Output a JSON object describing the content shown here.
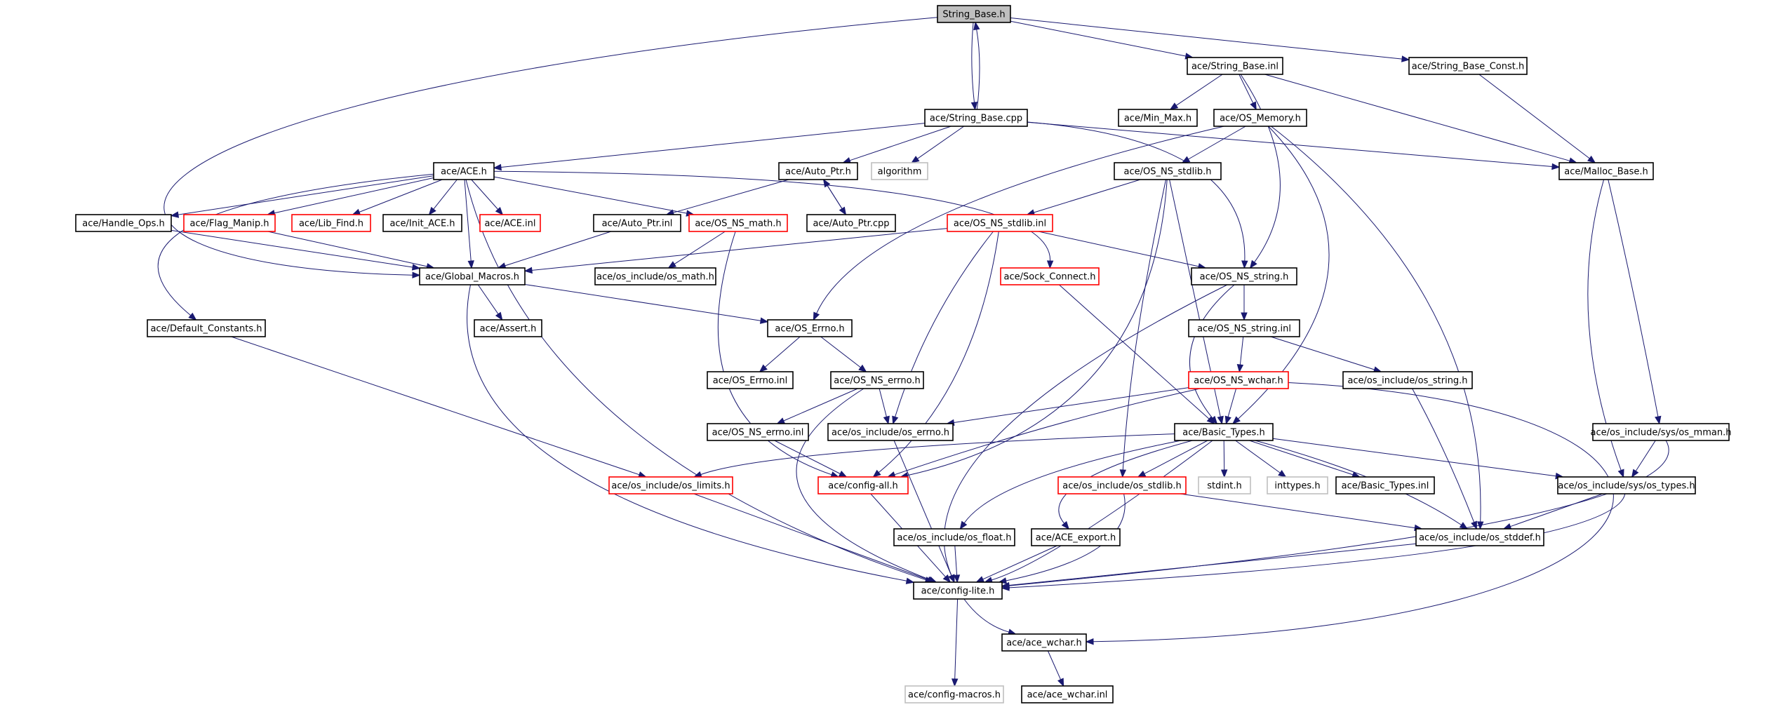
{
  "diagram": {
    "colors": {
      "edge": "#191970",
      "black_border": "#000000",
      "red_border": "#ff0000",
      "gray_border": "#bfbfbf",
      "root_fill": "#bfbfbf"
    },
    "nodes": [
      {
        "id": "string_base_h",
        "label": "String_Base.h",
        "style": "root"
      },
      {
        "id": "string_base_cpp",
        "label": "ace/String_Base.cpp",
        "style": "black"
      },
      {
        "id": "string_base_inl",
        "label": "ace/String_Base.inl",
        "style": "black"
      },
      {
        "id": "string_base_const_h",
        "label": "ace/String_Base_Const.h",
        "style": "black"
      },
      {
        "id": "min_max_h",
        "label": "ace/Min_Max.h",
        "style": "black"
      },
      {
        "id": "os_memory_h",
        "label": "ace/OS_Memory.h",
        "style": "black"
      },
      {
        "id": "ace_h",
        "label": "ace/ACE.h",
        "style": "black"
      },
      {
        "id": "auto_ptr_h",
        "label": "ace/Auto_Ptr.h",
        "style": "black"
      },
      {
        "id": "algorithm",
        "label": "algorithm",
        "style": "gray"
      },
      {
        "id": "os_ns_stdlib_h",
        "label": "ace/OS_NS_stdlib.h",
        "style": "black"
      },
      {
        "id": "malloc_base_h",
        "label": "ace/Malloc_Base.h",
        "style": "black"
      },
      {
        "id": "handle_ops_h",
        "label": "ace/Handle_Ops.h",
        "style": "black"
      },
      {
        "id": "flag_manip_h",
        "label": "ace/Flag_Manip.h",
        "style": "red"
      },
      {
        "id": "lib_find_h",
        "label": "ace/Lib_Find.h",
        "style": "red"
      },
      {
        "id": "init_ace_h",
        "label": "ace/Init_ACE.h",
        "style": "black"
      },
      {
        "id": "ace_inl",
        "label": "ace/ACE.inl",
        "style": "red"
      },
      {
        "id": "auto_ptr_inl",
        "label": "ace/Auto_Ptr.inl",
        "style": "black"
      },
      {
        "id": "os_ns_math_h",
        "label": "ace/OS_NS_math.h",
        "style": "red"
      },
      {
        "id": "auto_ptr_cpp",
        "label": "ace/Auto_Ptr.cpp",
        "style": "black"
      },
      {
        "id": "os_ns_stdlib_inl",
        "label": "ace/OS_NS_stdlib.inl",
        "style": "red"
      },
      {
        "id": "global_macros_h",
        "label": "ace/Global_Macros.h",
        "style": "black"
      },
      {
        "id": "os_math_h",
        "label": "ace/os_include/os_math.h",
        "style": "black"
      },
      {
        "id": "sock_connect_h",
        "label": "ace/Sock_Connect.h",
        "style": "red"
      },
      {
        "id": "os_ns_string_h",
        "label": "ace/OS_NS_string.h",
        "style": "black"
      },
      {
        "id": "default_constants_h",
        "label": "ace/Default_Constants.h",
        "style": "black"
      },
      {
        "id": "assert_h",
        "label": "ace/Assert.h",
        "style": "black"
      },
      {
        "id": "os_errno_h",
        "label": "ace/OS_Errno.h",
        "style": "black"
      },
      {
        "id": "os_ns_string_inl",
        "label": "ace/OS_NS_string.inl",
        "style": "black"
      },
      {
        "id": "os_errno_inl",
        "label": "ace/OS_Errno.inl",
        "style": "black"
      },
      {
        "id": "os_ns_errno_h",
        "label": "ace/OS_NS_errno.h",
        "style": "black"
      },
      {
        "id": "os_ns_wchar_h",
        "label": "ace/OS_NS_wchar.h",
        "style": "red"
      },
      {
        "id": "os_string_h",
        "label": "ace/os_include/os_string.h",
        "style": "black"
      },
      {
        "id": "os_ns_errno_inl",
        "label": "ace/OS_NS_errno.inl",
        "style": "black"
      },
      {
        "id": "os_errno_inc_h",
        "label": "ace/os_include/os_errno.h",
        "style": "black"
      },
      {
        "id": "basic_types_h",
        "label": "ace/Basic_Types.h",
        "style": "black"
      },
      {
        "id": "os_mman_h",
        "label": "ace/os_include/sys/os_mman.h",
        "style": "black"
      },
      {
        "id": "os_limits_h",
        "label": "ace/os_include/os_limits.h",
        "style": "red"
      },
      {
        "id": "config_all_h",
        "label": "ace/config-all.h",
        "style": "red"
      },
      {
        "id": "os_stdlib_inc_h",
        "label": "ace/os_include/os_stdlib.h",
        "style": "red"
      },
      {
        "id": "stdint_h",
        "label": "stdint.h",
        "style": "gray"
      },
      {
        "id": "inttypes_h",
        "label": "inttypes.h",
        "style": "gray"
      },
      {
        "id": "basic_types_inl",
        "label": "ace/Basic_Types.inl",
        "style": "black"
      },
      {
        "id": "os_types_h",
        "label": "ace/os_include/sys/os_types.h",
        "style": "black"
      },
      {
        "id": "os_float_h",
        "label": "ace/os_include/os_float.h",
        "style": "black"
      },
      {
        "id": "ace_export_h",
        "label": "ace/ACE_export.h",
        "style": "black"
      },
      {
        "id": "os_stddef_h",
        "label": "ace/os_include/os_stddef.h",
        "style": "black"
      },
      {
        "id": "config_lite_h",
        "label": "ace/config-lite.h",
        "style": "black"
      },
      {
        "id": "ace_wchar_h",
        "label": "ace/ace_wchar.h",
        "style": "black"
      },
      {
        "id": "config_macros_h",
        "label": "ace/config-macros.h",
        "style": "gray"
      },
      {
        "id": "ace_wchar_inl",
        "label": "ace/ace_wchar.inl",
        "style": "black"
      }
    ],
    "edges": [
      [
        "string_base_h",
        "string_base_cpp"
      ],
      [
        "string_base_cpp",
        "string_base_h"
      ],
      [
        "string_base_h",
        "string_base_inl"
      ],
      [
        "string_base_h",
        "string_base_const_h"
      ],
      [
        "string_base_h",
        "global_macros_h"
      ],
      [
        "string_base_cpp",
        "ace_h"
      ],
      [
        "string_base_cpp",
        "auto_ptr_h"
      ],
      [
        "string_base_cpp",
        "algorithm"
      ],
      [
        "string_base_cpp",
        "malloc_base_h"
      ],
      [
        "string_base_cpp",
        "os_ns_string_h"
      ],
      [
        "string_base_inl",
        "min_max_h"
      ],
      [
        "string_base_inl",
        "os_memory_h"
      ],
      [
        "string_base_inl",
        "malloc_base_h"
      ],
      [
        "string_base_inl",
        "os_ns_string_h"
      ],
      [
        "string_base_const_h",
        "malloc_base_h"
      ],
      [
        "os_memory_h",
        "os_ns_stdlib_h"
      ],
      [
        "os_memory_h",
        "os_errno_h"
      ],
      [
        "os_memory_h",
        "basic_types_h"
      ],
      [
        "os_memory_h",
        "os_stddef_h"
      ],
      [
        "ace_h",
        "handle_ops_h"
      ],
      [
        "ace_h",
        "flag_manip_h"
      ],
      [
        "ace_h",
        "lib_find_h"
      ],
      [
        "ace_h",
        "init_ace_h"
      ],
      [
        "ace_h",
        "ace_inl"
      ],
      [
        "ace_h",
        "os_ns_math_h"
      ],
      [
        "ace_h",
        "default_constants_h"
      ],
      [
        "ace_h",
        "global_macros_h"
      ],
      [
        "ace_h",
        "sock_connect_h"
      ],
      [
        "ace_h",
        "config_lite_h"
      ],
      [
        "auto_ptr_h",
        "auto_ptr_inl"
      ],
      [
        "auto_ptr_h",
        "auto_ptr_cpp"
      ],
      [
        "auto_ptr_cpp",
        "auto_ptr_h"
      ],
      [
        "auto_ptr_inl",
        "global_macros_h"
      ],
      [
        "handle_ops_h",
        "global_macros_h"
      ],
      [
        "flag_manip_h",
        "global_macros_h"
      ],
      [
        "os_ns_math_h",
        "os_math_h"
      ],
      [
        "os_ns_math_h",
        "config_all_h"
      ],
      [
        "os_ns_stdlib_h",
        "os_ns_stdlib_inl"
      ],
      [
        "os_ns_stdlib_h",
        "config_all_h"
      ],
      [
        "os_ns_stdlib_h",
        "os_stdlib_inc_h"
      ],
      [
        "os_ns_stdlib_h",
        "basic_types_h"
      ],
      [
        "os_ns_stdlib_inl",
        "global_macros_h"
      ],
      [
        "os_ns_stdlib_inl",
        "os_ns_string_h"
      ],
      [
        "os_ns_stdlib_inl",
        "os_errno_inc_h"
      ],
      [
        "os_ns_stdlib_inl",
        "config_all_h"
      ],
      [
        "malloc_base_h",
        "os_mman_h"
      ],
      [
        "malloc_base_h",
        "os_types_h"
      ],
      [
        "global_macros_h",
        "assert_h"
      ],
      [
        "global_macros_h",
        "os_errno_h"
      ],
      [
        "global_macros_h",
        "config_lite_h"
      ],
      [
        "default_constants_h",
        "os_limits_h"
      ],
      [
        "sock_connect_h",
        "basic_types_h"
      ],
      [
        "os_ns_string_h",
        "os_ns_string_inl"
      ],
      [
        "os_ns_string_h",
        "basic_types_h"
      ],
      [
        "os_ns_string_h",
        "config_lite_h"
      ],
      [
        "os_errno_h",
        "os_errno_inl"
      ],
      [
        "os_errno_h",
        "os_ns_errno_h"
      ],
      [
        "os_ns_errno_h",
        "os_ns_errno_inl"
      ],
      [
        "os_ns_errno_h",
        "os_errno_inc_h"
      ],
      [
        "os_ns_errno_h",
        "config_lite_h"
      ],
      [
        "os_ns_errno_inl",
        "config_all_h"
      ],
      [
        "os_ns_string_inl",
        "os_ns_wchar_h"
      ],
      [
        "os_ns_string_inl",
        "os_string_h"
      ],
      [
        "os_string_h",
        "os_stddef_h"
      ],
      [
        "os_ns_wchar_h",
        "os_errno_inc_h"
      ],
      [
        "os_ns_wchar_h",
        "basic_types_h"
      ],
      [
        "os_ns_wchar_h",
        "config_all_h"
      ],
      [
        "os_ns_wchar_h",
        "ace_wchar_h"
      ],
      [
        "os_errno_inc_h",
        "config_lite_h"
      ],
      [
        "os_mman_h",
        "os_types_h"
      ],
      [
        "os_mman_h",
        "config_lite_h"
      ],
      [
        "basic_types_h",
        "os_limits_h"
      ],
      [
        "basic_types_h",
        "os_stdlib_inc_h"
      ],
      [
        "basic_types_h",
        "stdint_h"
      ],
      [
        "basic_types_h",
        "inttypes_h"
      ],
      [
        "basic_types_h",
        "basic_types_inl"
      ],
      [
        "basic_types_h",
        "os_types_h"
      ],
      [
        "basic_types_h",
        "os_float_h"
      ],
      [
        "basic_types_h",
        "ace_export_h"
      ],
      [
        "basic_types_h",
        "os_stddef_h"
      ],
      [
        "basic_types_h",
        "config_lite_h"
      ],
      [
        "os_limits_h",
        "config_lite_h"
      ],
      [
        "config_all_h",
        "config_lite_h"
      ],
      [
        "os_stdlib_inc_h",
        "os_stddef_h"
      ],
      [
        "os_stdlib_inc_h",
        "config_lite_h"
      ],
      [
        "os_types_h",
        "os_stddef_h"
      ],
      [
        "os_types_h",
        "config_lite_h"
      ],
      [
        "os_float_h",
        "config_lite_h"
      ],
      [
        "ace_export_h",
        "config_lite_h"
      ],
      [
        "os_stddef_h",
        "config_lite_h"
      ],
      [
        "config_lite_h",
        "ace_wchar_h"
      ],
      [
        "config_lite_h",
        "config_macros_h"
      ],
      [
        "ace_wchar_h",
        "ace_wchar_inl"
      ]
    ]
  }
}
